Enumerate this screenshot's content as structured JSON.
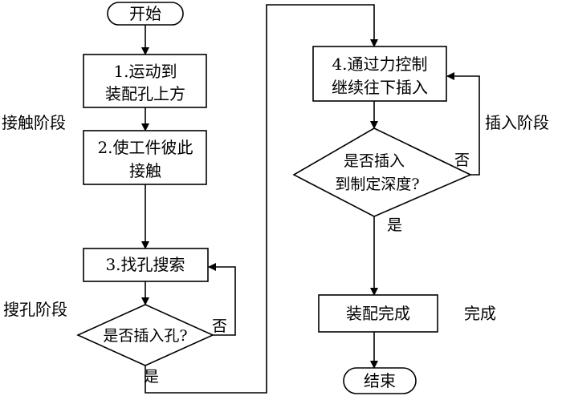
{
  "nodes": {
    "start": "开始",
    "step1_line1": "1.运动到",
    "step1_line2": "装配孔上方",
    "step2_line1": "2.使工件彼此",
    "step2_line2": "接触",
    "step3": "3.找孔搜索",
    "decision1": "是否插入孔?",
    "step4_line1": "4.通过力控制",
    "step4_line2": "继续往下插入",
    "decision2_line1": "是否插入",
    "decision2_line2": "到制定深度?",
    "assembly_done": "装配完成",
    "end": "结束"
  },
  "labels": {
    "d1_yes": "是",
    "d1_no": "否",
    "d2_yes": "是",
    "d2_no": "否"
  },
  "stages": {
    "contact": "接触阶段",
    "search": "搜孔阶段",
    "insert": "插入阶段",
    "complete": "完成"
  }
}
